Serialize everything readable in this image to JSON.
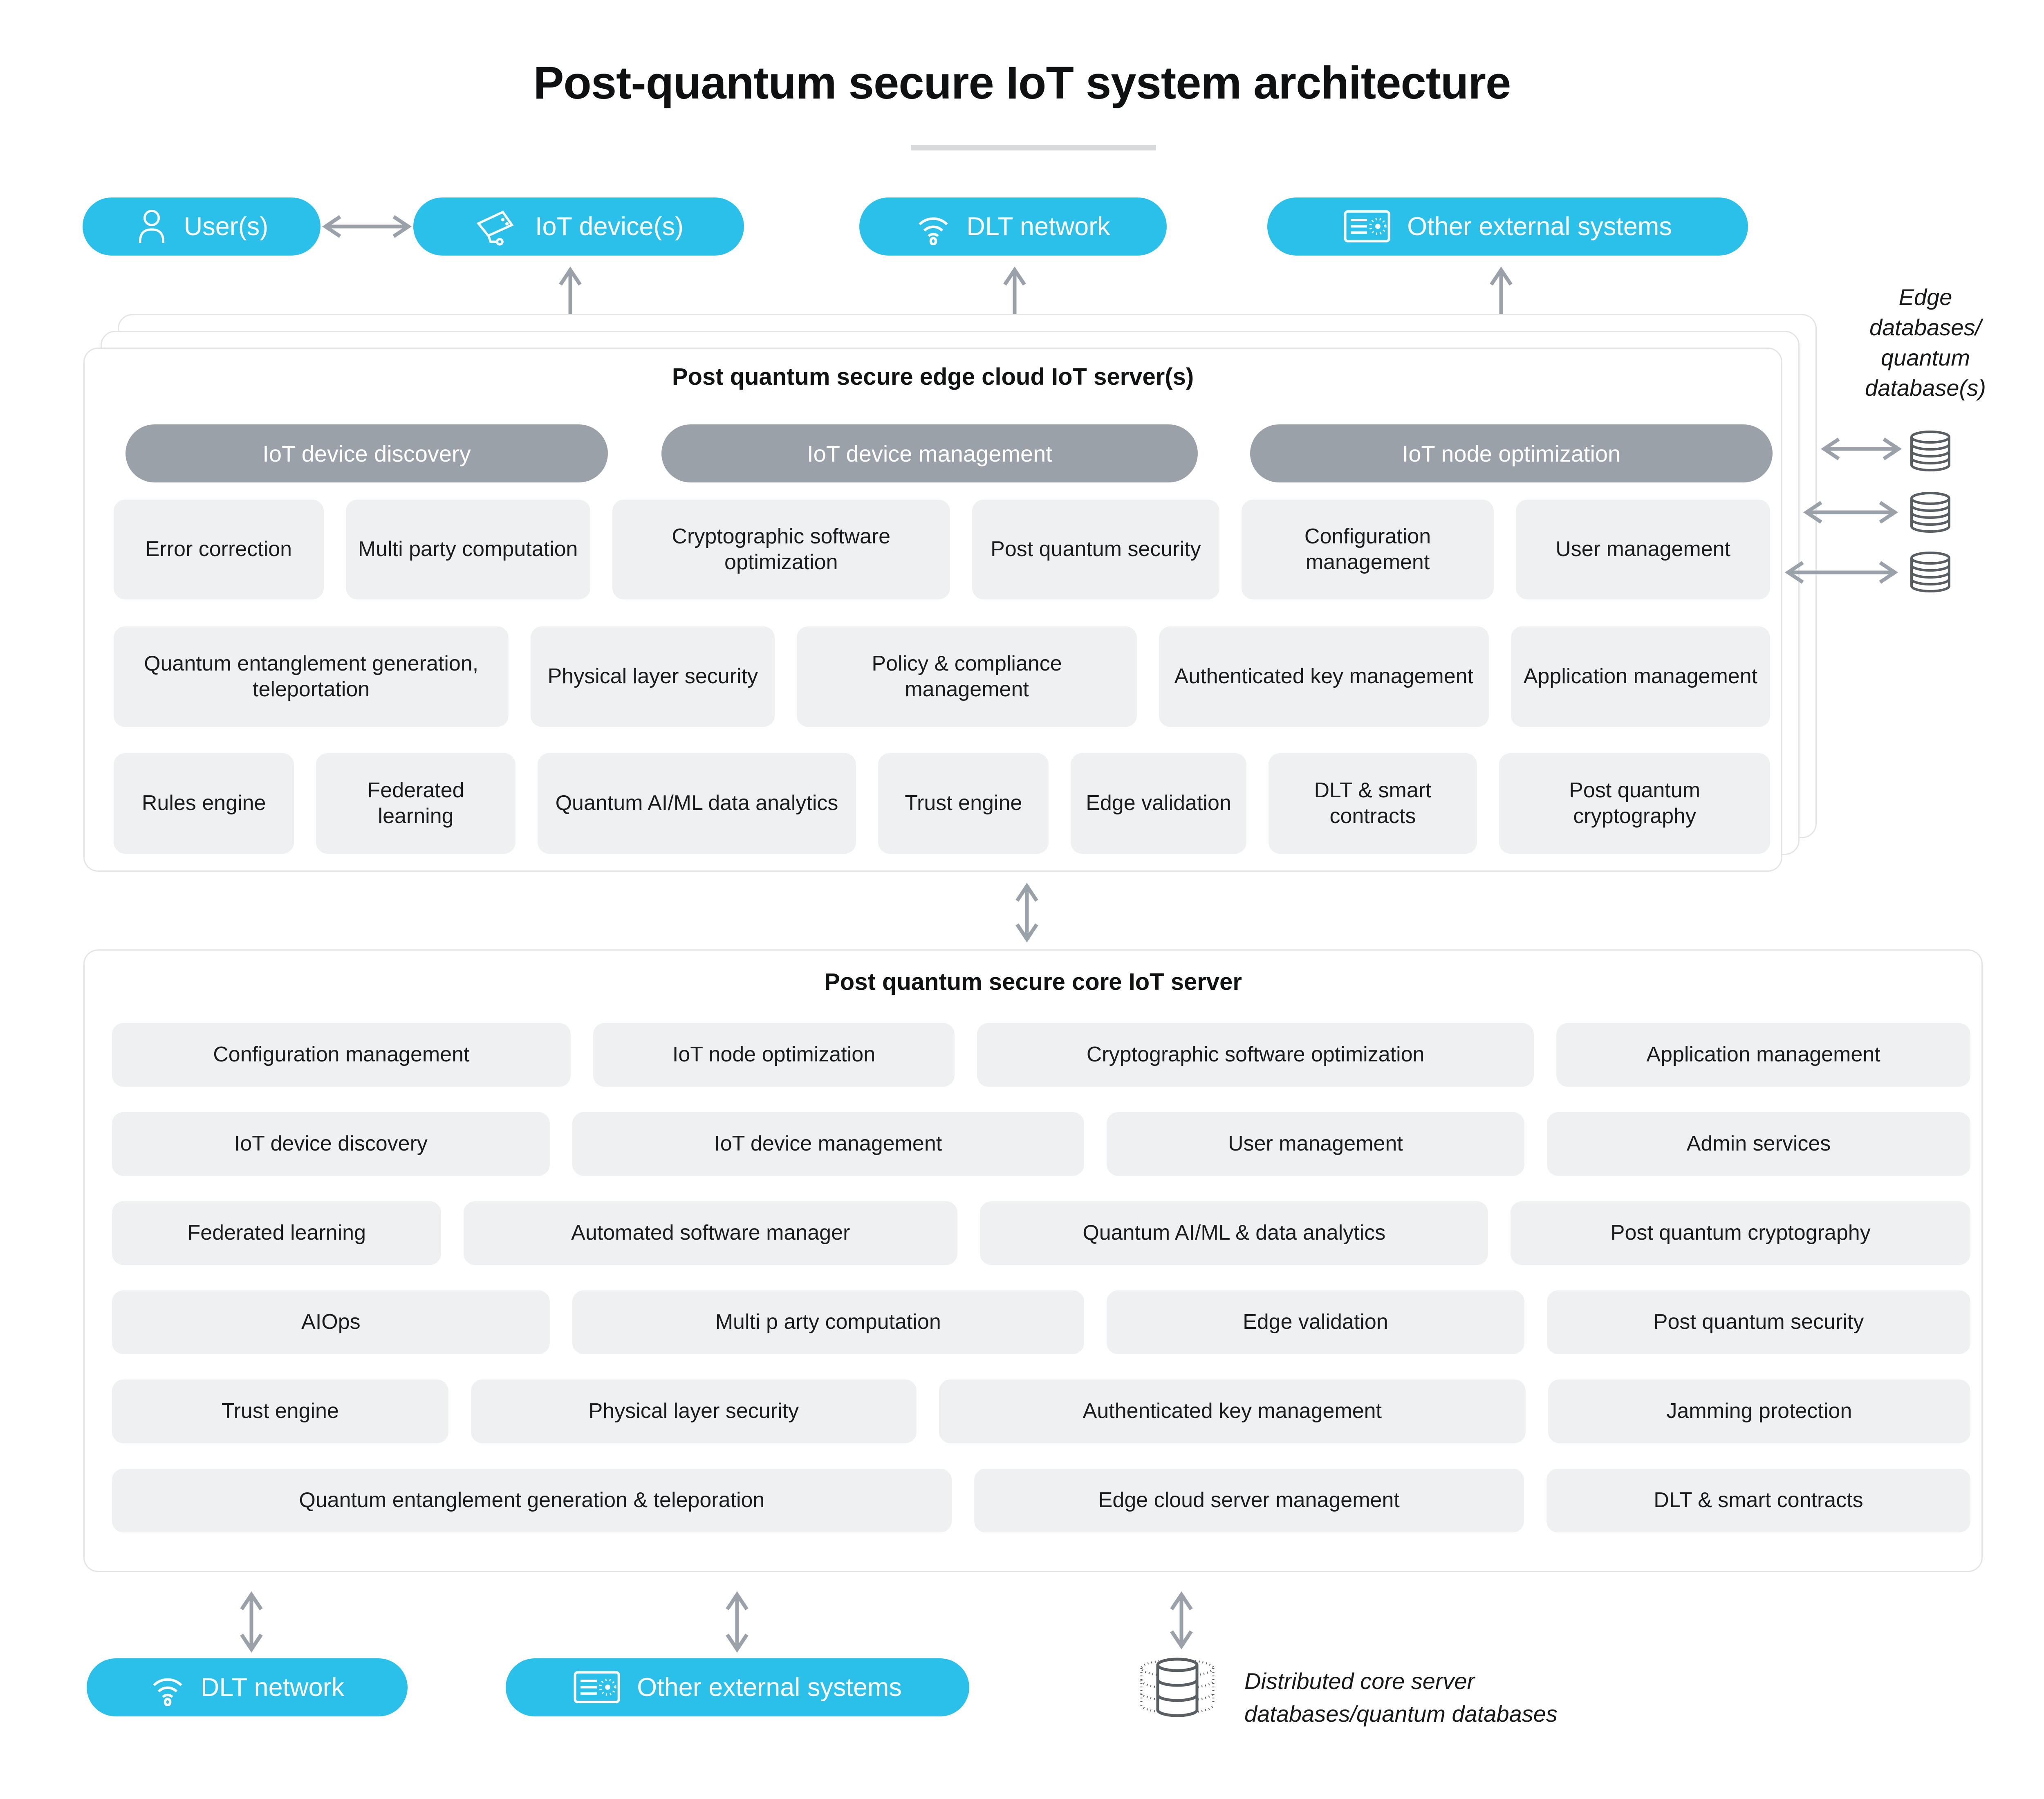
{
  "page": {
    "title": "Post-quantum secure IoT system architecture"
  },
  "top_nodes": {
    "users": "User(s)",
    "iot_devices": "IoT device(s)",
    "dlt_network": "DLT network",
    "other_external": "Other external systems"
  },
  "edge_server": {
    "title": "Post quantum secure edge cloud IoT server(s)",
    "pills": [
      "IoT device discovery",
      "IoT device management",
      "IoT node optimization"
    ],
    "rows": [
      [
        "Error correction",
        "Multi party computation",
        "Cryptographic software optimization",
        "Post quantum security",
        "Configuration management",
        "User management"
      ],
      [
        "Quantum entanglement generation, teleportation",
        "Physical layer security",
        "Policy & compliance management",
        "Authenticated key management",
        "Application management"
      ],
      [
        "Rules engine",
        "Federated learning",
        "Quantum AI/ML data analytics",
        "Trust engine",
        "Edge validation",
        "DLT & smart contracts",
        "Post quantum cryptography"
      ]
    ]
  },
  "edge_databases": {
    "lines": [
      "Edge",
      "databases/",
      "quantum",
      "database(s)"
    ]
  },
  "core_server": {
    "title": "Post quantum secure core IoT server",
    "rows": [
      [
        "Configuration management",
        "IoT node optimization",
        "Cryptographic software optimization",
        "Application management"
      ],
      [
        "IoT device discovery",
        "IoT device management",
        "User management",
        "Admin services"
      ],
      [
        "Federated learning",
        "Automated software manager",
        "Quantum AI/ML & data analytics",
        "Post quantum cryptography"
      ],
      [
        "AIOps",
        "Multi p arty computation",
        "Edge validation",
        "Post quantum security"
      ],
      [
        "Trust engine",
        "Physical layer security",
        "Authenticated key management",
        "Jamming protection"
      ],
      [
        "Quantum entanglement generation & teleporation",
        "Edge cloud server management",
        "DLT & smart contracts"
      ]
    ]
  },
  "bottom_nodes": {
    "dlt_network": "DLT network",
    "other_external": "Other external systems"
  },
  "core_databases": {
    "lines": [
      "Distributed core server",
      "databases/quantum databases"
    ]
  },
  "colors": {
    "accent_cyan": "#2bc0e9",
    "pill_gray": "#9aa1a9",
    "box_gray": "#eff0f2",
    "arrow_gray": "#9ba1a8",
    "border_gray": "#e3e4e6"
  }
}
